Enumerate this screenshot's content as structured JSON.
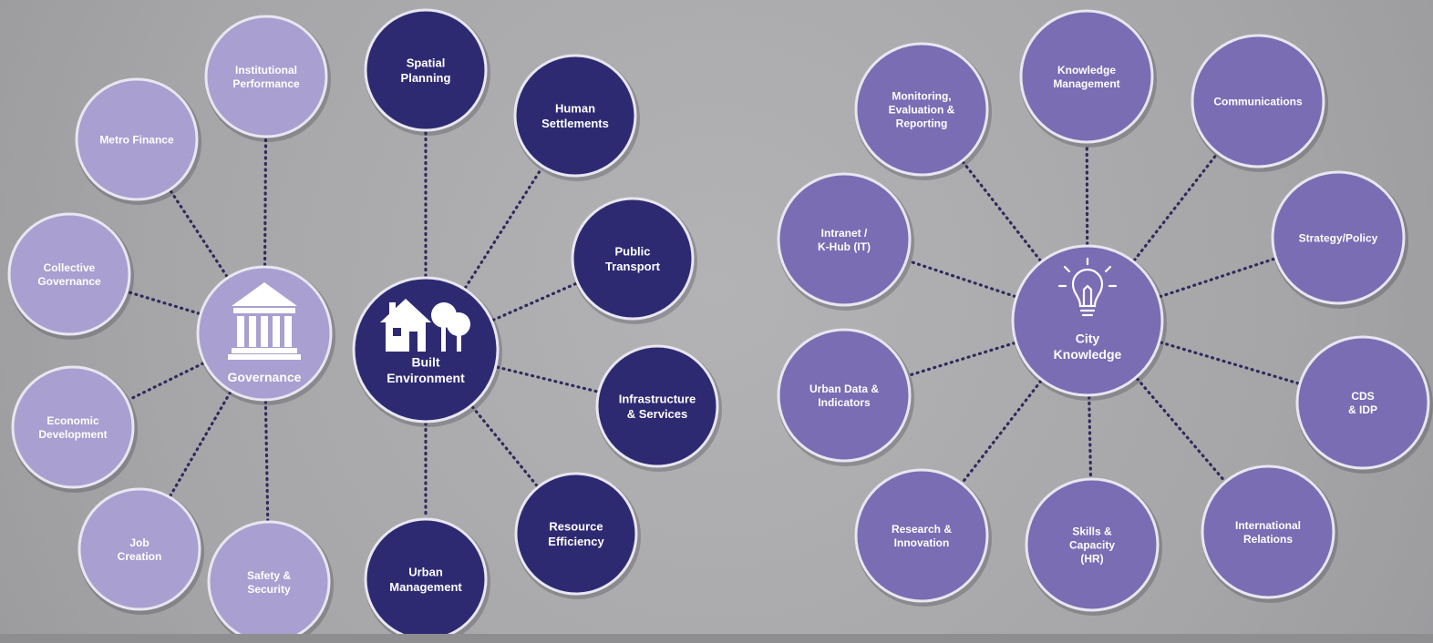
{
  "colors": {
    "background": "#a9a9ab",
    "governance_fill": "#a99fd0",
    "built_environment_fill": "#2e2a72",
    "city_knowledge_fill": "#7a6db3",
    "border": "#e8e6f0",
    "connector": "#2f2b5e",
    "label": "#ffffff"
  },
  "clusters": {
    "governance": {
      "hub": {
        "label": [
          "Governance"
        ],
        "icon": "building-columns-icon"
      },
      "nodes": [
        {
          "id": "institutional-performance",
          "label": [
            "Institutional",
            "Performance"
          ]
        },
        {
          "id": "metro-finance",
          "label": [
            "Metro Finance"
          ]
        },
        {
          "id": "collective-governance",
          "label": [
            "Collective",
            "Governance"
          ]
        },
        {
          "id": "economic-development",
          "label": [
            "Economic",
            "Development"
          ]
        },
        {
          "id": "job-creation",
          "label": [
            "Job",
            "Creation"
          ]
        },
        {
          "id": "safety-security",
          "label": [
            "Safety &",
            "Security"
          ]
        }
      ]
    },
    "built_environment": {
      "hub": {
        "label": [
          "Built",
          "Environment"
        ],
        "icon": "house-trees-icon"
      },
      "nodes": [
        {
          "id": "spatial-planning",
          "label": [
            "Spatial",
            "Planning"
          ]
        },
        {
          "id": "human-settlements",
          "label": [
            "Human",
            "Settlements"
          ]
        },
        {
          "id": "public-transport",
          "label": [
            "Public",
            "Transport"
          ]
        },
        {
          "id": "infrastructure-services",
          "label": [
            "Infrastructure",
            "& Services"
          ]
        },
        {
          "id": "resource-efficiency",
          "label": [
            "Resource",
            "Efficiency"
          ]
        },
        {
          "id": "urban-management",
          "label": [
            "Urban",
            "Management"
          ]
        }
      ]
    },
    "city_knowledge": {
      "hub": {
        "label": [
          "City",
          "Knowledge"
        ],
        "icon": "lightbulb-icon"
      },
      "nodes": [
        {
          "id": "monitoring-evaluation-reporting",
          "label": [
            "Monitoring,",
            "Evaluation &",
            "Reporting"
          ]
        },
        {
          "id": "knowledge-management",
          "label": [
            "Knowledge",
            "Management"
          ]
        },
        {
          "id": "communications",
          "label": [
            "Communications"
          ]
        },
        {
          "id": "strategy-policy",
          "label": [
            "Strategy/Policy"
          ]
        },
        {
          "id": "cds-idp",
          "label": [
            "CDS",
            "& IDP"
          ]
        },
        {
          "id": "international-relations",
          "label": [
            "International",
            "Relations"
          ]
        },
        {
          "id": "skills-capacity-hr",
          "label": [
            "Skills &",
            "Capacity",
            "(HR)"
          ]
        },
        {
          "id": "research-innovation",
          "label": [
            "Research &",
            "Innovation"
          ]
        },
        {
          "id": "urban-data-indicators",
          "label": [
            "Urban Data &",
            "Indicators"
          ]
        },
        {
          "id": "intranet-k-hub",
          "label": [
            "Intranet /",
            "K-Hub (IT)"
          ]
        }
      ]
    }
  }
}
